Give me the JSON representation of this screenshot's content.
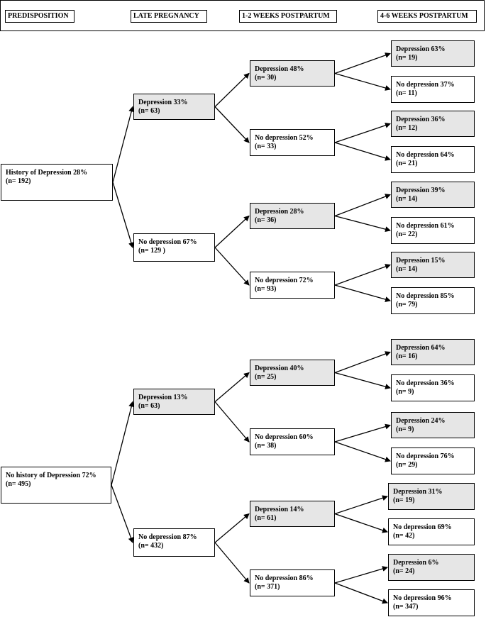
{
  "headers": [
    {
      "label": "PREDISPOSITION"
    },
    {
      "label": "LATE PREGNANCY"
    },
    {
      "label": "1-2 WEEKS POSTPARTUM"
    },
    {
      "label": "4-6 WEEKS POSTPARTUM"
    }
  ],
  "colors": {
    "depression_fill": "#e6e6e6",
    "no_depression_fill": "#ffffff",
    "line": "#000000"
  },
  "tree": [
    {
      "label": "History of Depression 28%",
      "n": "(n= 192)",
      "children": [
        {
          "label": "Depression 33%",
          "n": "(n= 63)",
          "children": [
            {
              "label": "Depression 48%",
              "n": "(n= 30)",
              "children": [
                {
                  "label": "Depression 63%",
                  "n": "(n= 19)"
                },
                {
                  "label": "No depression 37%",
                  "n": "(n= 11)"
                }
              ]
            },
            {
              "label": "No depression 52%",
              "n": "(n= 33)",
              "children": [
                {
                  "label": "Depression 36%",
                  "n": "(n= 12)"
                },
                {
                  "label": "No depression 64%",
                  "n": "(n= 21)"
                }
              ]
            }
          ]
        },
        {
          "label": "No depression 67%",
          "n": "(n= 129 )",
          "children": [
            {
              "label": "Depression 28%",
              "n": "(n= 36)",
              "children": [
                {
                  "label": "Depression 39%",
                  "n": "(n= 14)"
                },
                {
                  "label": "No depression 61%",
                  "n": "(n= 22)"
                }
              ]
            },
            {
              "label": "No depression 72%",
              "n": "(n= 93)",
              "children": [
                {
                  "label": "Depression 15%",
                  "n": "(n= 14)"
                },
                {
                  "label": "No depression 85%",
                  "n": "(n= 79)"
                }
              ]
            }
          ]
        }
      ]
    },
    {
      "label": "No history of Depression 72%",
      "n": "(n= 495)",
      "children": [
        {
          "label": "Depression 13%",
          "n": "(n= 63)",
          "children": [
            {
              "label": "Depression 40%",
              "n": "(n= 25)",
              "children": [
                {
                  "label": "Depression 64%",
                  "n": "(n= 16)"
                },
                {
                  "label": "No depression 36%",
                  "n": "(n= 9)"
                }
              ]
            },
            {
              "label": "No depression 60%",
              "n": "(n=  38)",
              "children": [
                {
                  "label": "Depression 24%",
                  "n": "(n= 9)"
                },
                {
                  "label": "No depression 76%",
                  "n": "(n= 29)"
                }
              ]
            }
          ]
        },
        {
          "label": "No depression 87%",
          "n": "(n= 432)",
          "children": [
            {
              "label": "Depression 14%",
              "n": "(n= 61)",
              "children": [
                {
                  "label": "Depression 31%",
                  "n": "(n= 19)"
                },
                {
                  "label": "No depression 69%",
                  "n": "(n= 42)"
                }
              ]
            },
            {
              "label": "No depression 86%",
              "n": "(n= 371)",
              "children": [
                {
                  "label": "Depression 6%",
                  "n": "(n= 24)"
                },
                {
                  "label": "No depression 96%",
                  "n": "(n= 347)"
                }
              ]
            }
          ]
        }
      ]
    }
  ]
}
